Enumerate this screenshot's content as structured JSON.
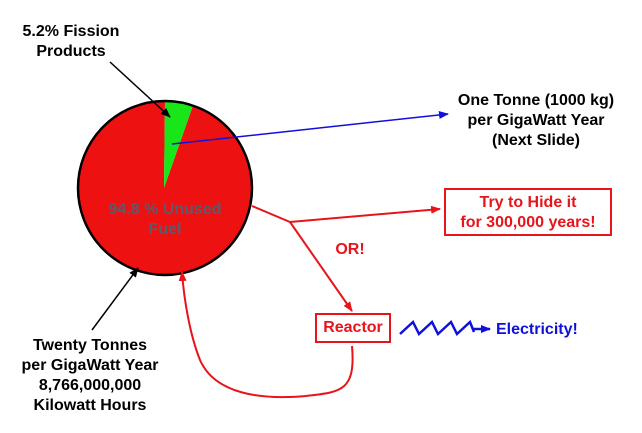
{
  "fission_label": [
    "5.2% Fission",
    "Products"
  ],
  "pie": {
    "segments": [
      {
        "name": "Fission Products",
        "percent": 5.2,
        "color": "#19e619"
      },
      {
        "name": "Unused Fuel",
        "percent": 94.8,
        "color": "#ee1111"
      }
    ],
    "inner_label": [
      "94.8 % Unused",
      "Fuel"
    ],
    "inner_label_color": "#5a5a6e"
  },
  "one_tonne_label": [
    "One Tonne (1000 kg)",
    "per GigaWatt Year",
    "(Next Slide)"
  ],
  "hide_box": [
    "Try to Hide it",
    "for 300,000 years!"
  ],
  "or_label": "OR!",
  "reactor_box": "Reactor",
  "electricity_label": "Electricity!",
  "twenty_tonnes_label": [
    "Twenty Tonnes",
    "per GigaWatt Year",
    "8,766,000,000",
    "Kilowatt Hours"
  ],
  "colors": {
    "red": "#e8141b",
    "blue": "#1010dd",
    "black": "#000000"
  }
}
